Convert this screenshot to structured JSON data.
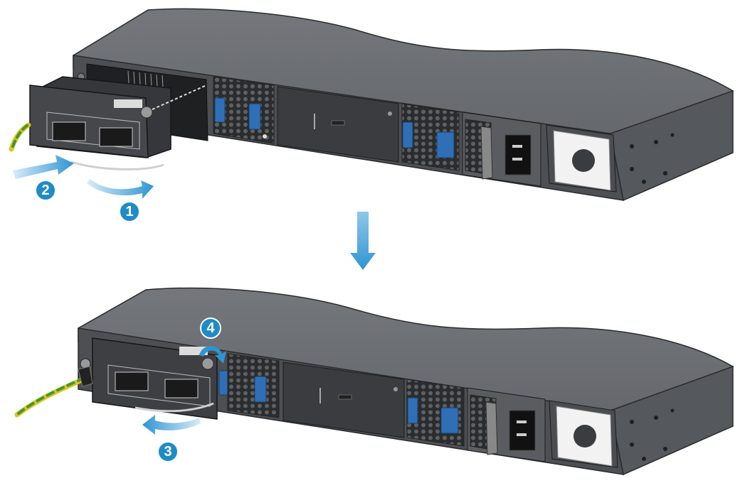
{
  "steps": [
    {
      "id": "1",
      "label": "1"
    },
    {
      "id": "2",
      "label": "2"
    },
    {
      "id": "3",
      "label": "3"
    },
    {
      "id": "4",
      "label": "4"
    }
  ],
  "colors": {
    "chassis_top": "#6b6e73",
    "chassis_front": "#4d4f53",
    "chassis_edge": "#2a2b2d",
    "module": "#3c3e42",
    "latch_blue": "#2f6fb7",
    "step_badge": "#1f8bc8",
    "arrow_blue": "#3aa0d8",
    "ground_wire_green": "#3a9a3a",
    "ground_wire_yellow": "#e2c21b",
    "psu_white": "#f2f2f2"
  }
}
